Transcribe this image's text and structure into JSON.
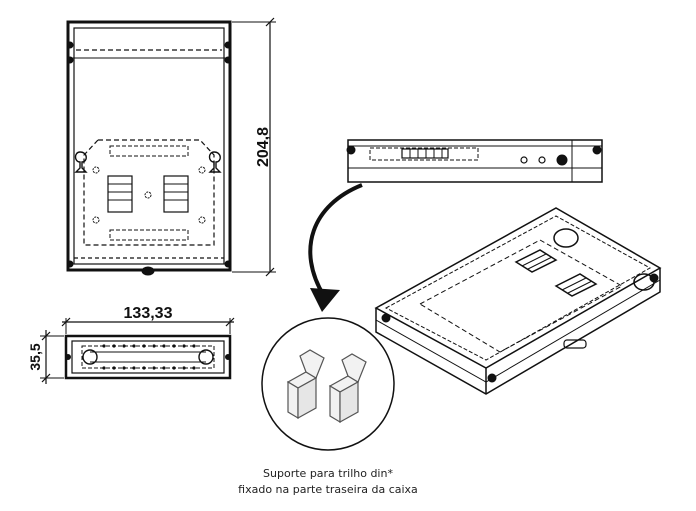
{
  "dimensions": {
    "height": "204,8",
    "width": "133,33",
    "depth": "35,5"
  },
  "caption": {
    "line1": "Suporte para trilho  din*",
    "line2": "fixado na parte traseira da caixa"
  }
}
